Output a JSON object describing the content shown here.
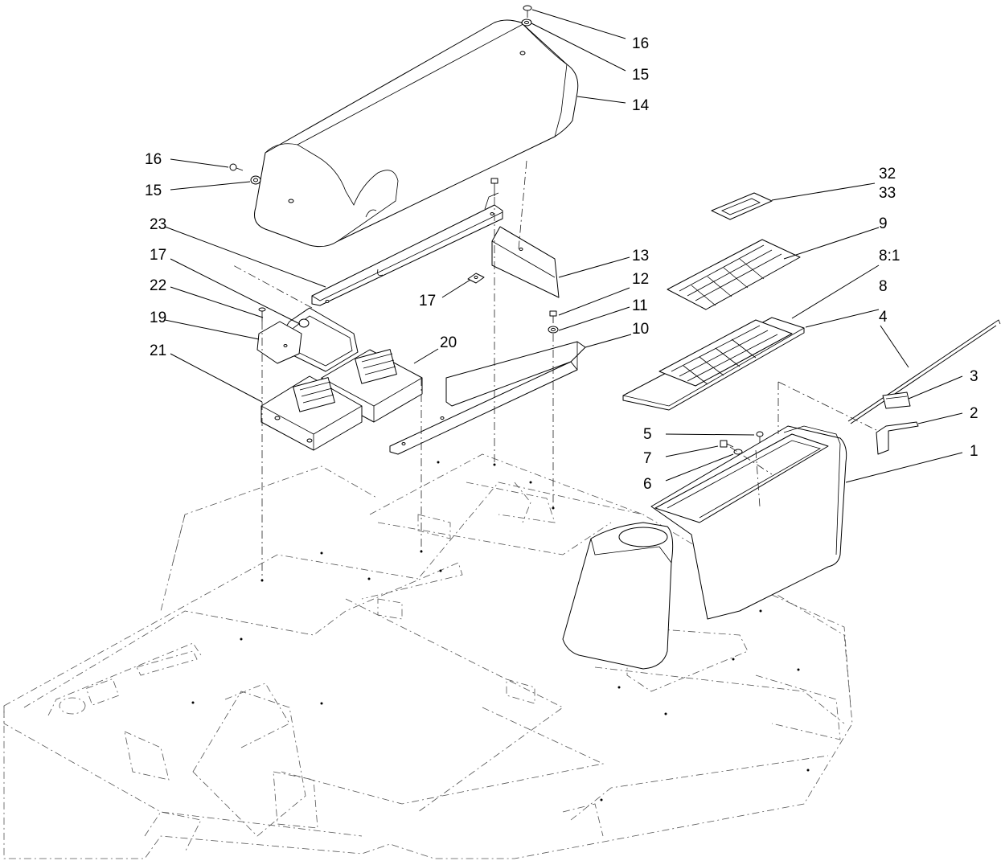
{
  "callouts": [
    {
      "id": "c16a",
      "text": "16"
    },
    {
      "id": "c15a",
      "text": "15"
    },
    {
      "id": "c14",
      "text": "14"
    },
    {
      "id": "c16b",
      "text": "16"
    },
    {
      "id": "c15b",
      "text": "15"
    },
    {
      "id": "c32",
      "text": "32"
    },
    {
      "id": "c33",
      "text": "33"
    },
    {
      "id": "c23",
      "text": "23"
    },
    {
      "id": "c9",
      "text": "9"
    },
    {
      "id": "c13",
      "text": "13"
    },
    {
      "id": "c17a",
      "text": "17"
    },
    {
      "id": "c81",
      "text": "8:1"
    },
    {
      "id": "c12",
      "text": "12"
    },
    {
      "id": "c22",
      "text": "22"
    },
    {
      "id": "c17b",
      "text": "17"
    },
    {
      "id": "c8",
      "text": "8"
    },
    {
      "id": "c11",
      "text": "11"
    },
    {
      "id": "c19",
      "text": "19"
    },
    {
      "id": "c4",
      "text": "4"
    },
    {
      "id": "c10",
      "text": "10"
    },
    {
      "id": "c20",
      "text": "20"
    },
    {
      "id": "c21",
      "text": "21"
    },
    {
      "id": "c3",
      "text": "3"
    },
    {
      "id": "c2",
      "text": "2"
    },
    {
      "id": "c5",
      "text": "5"
    },
    {
      "id": "c1",
      "text": "1"
    },
    {
      "id": "c7",
      "text": "7"
    },
    {
      "id": "c6",
      "text": "6"
    }
  ]
}
